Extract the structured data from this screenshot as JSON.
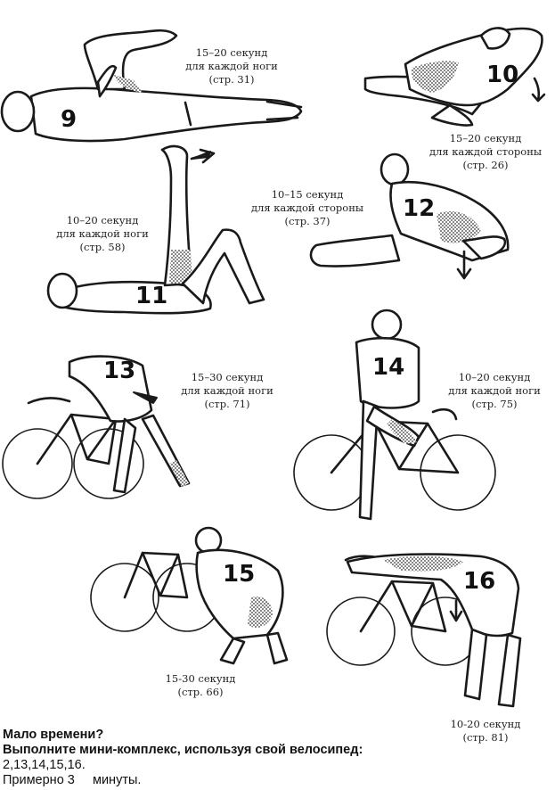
{
  "exercises": [
    {
      "number": "9",
      "duration": "15–20 секунд",
      "side": "для каждой ноги",
      "page": "(стр. 31)"
    },
    {
      "number": "10",
      "duration": "15–20 секунд",
      "side": "для каждой стороны",
      "page": "(стр. 26)"
    },
    {
      "number": "12",
      "duration": "10–15 секунд",
      "side": "для каждой стороны",
      "page": "(стр. 37)"
    },
    {
      "number": "11",
      "duration": "10–20 секунд",
      "side": "для каждой ноги",
      "page": "(стр. 58)"
    },
    {
      "number": "13",
      "duration": "15–30 секунд",
      "side": "для каждой ноги",
      "page": "(стр. 71)"
    },
    {
      "number": "14",
      "duration": "10–20 секунд",
      "side": "для каждой ноги",
      "page": "(стр. 75)"
    },
    {
      "number": "15",
      "duration": "15-30 секунд",
      "page": "(стр. 66)"
    },
    {
      "number": "16",
      "duration": "10-20 секунд",
      "page": "(стр. 81)"
    }
  ],
  "footer": {
    "title": "Мало времени?",
    "subtitle": "Выполните мини-комплекс, используя свой велосипед:",
    "list": "2,13,14,15,16.",
    "duration": "Примерно 3     минуты."
  }
}
